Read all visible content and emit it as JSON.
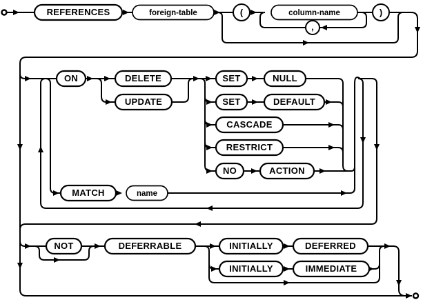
{
  "diagram": {
    "nodes": {
      "references": "REFERENCES",
      "foreign_table": "foreign-table",
      "open_paren": "(",
      "column_name": "column-name",
      "comma": ",",
      "close_paren": ")",
      "on": "ON",
      "delete": "DELETE",
      "update": "UPDATE",
      "set_1": "SET",
      "null": "NULL",
      "set_2": "SET",
      "default": "DEFAULT",
      "cascade": "CASCADE",
      "restrict": "RESTRICT",
      "no": "NO",
      "action": "ACTION",
      "match": "MATCH",
      "name": "name",
      "not": "NOT",
      "deferrable": "DEFERRABLE",
      "initially_1": "INITIALLY",
      "deferred": "DEFERRED",
      "initially_2": "INITIALLY",
      "immediate": "IMMEDIATE"
    },
    "colors": {
      "line": "#000000",
      "background": "#ffffff",
      "node_fill": "#ffffff"
    }
  }
}
